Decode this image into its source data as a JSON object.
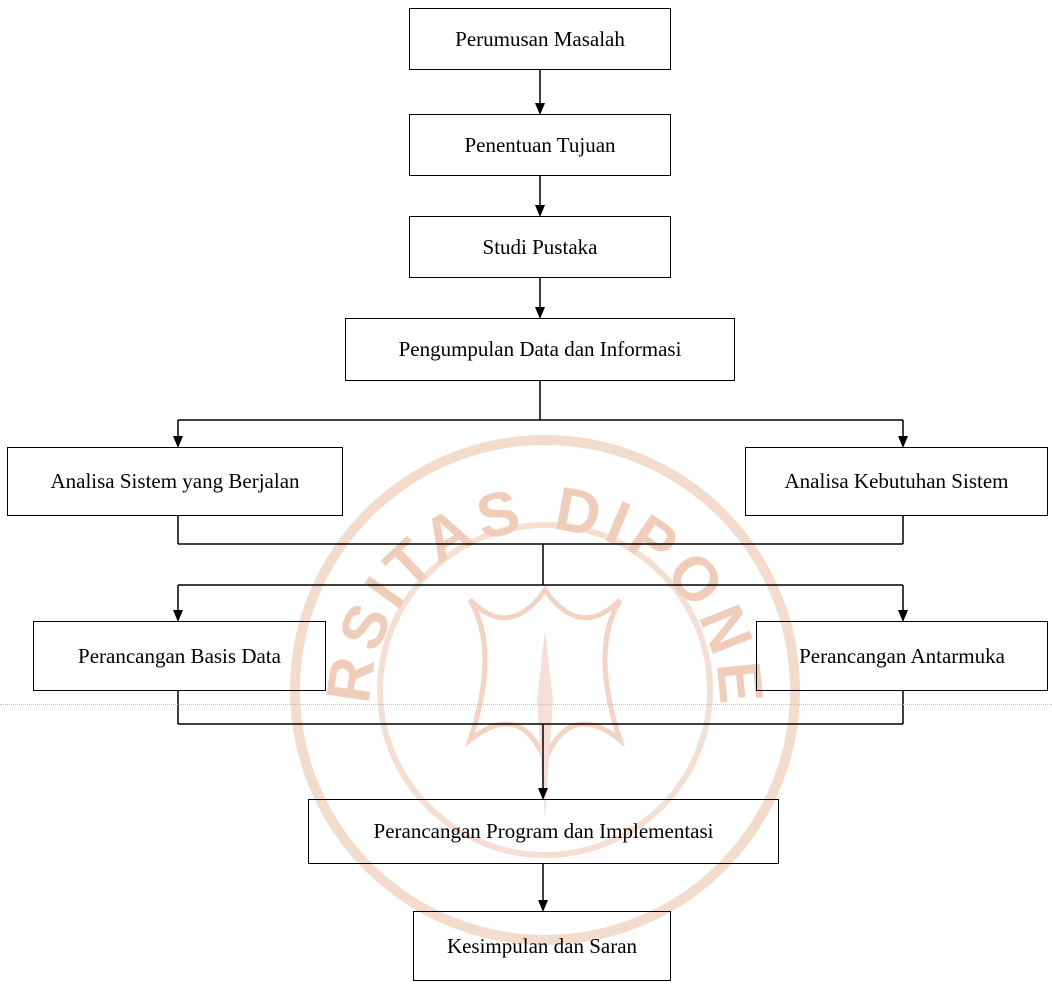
{
  "flowchart": {
    "steps": {
      "perumusan": "Perumusan Masalah",
      "tujuan": "Penentuan Tujuan",
      "studi": "Studi Pustaka",
      "pengumpulan": "Pengumpulan Data dan Informasi",
      "analisa_sistem": "Analisa Sistem yang Berjalan",
      "analisa_kebutuhan": "Analisa Kebutuhan Sistem",
      "basis_data": "Perancangan Basis Data",
      "antarmuka": "Perancangan Antarmuka",
      "program": "Perancangan Program dan Implementasi",
      "kesimpulan": "Kesimpulan dan Saran"
    }
  },
  "watermark": {
    "text": "UNIVERSITAS DIPONEGORO",
    "color": "#e8b9a0"
  },
  "colors": {
    "line": "#000000",
    "box_border": "#000000",
    "text": "#000000"
  }
}
